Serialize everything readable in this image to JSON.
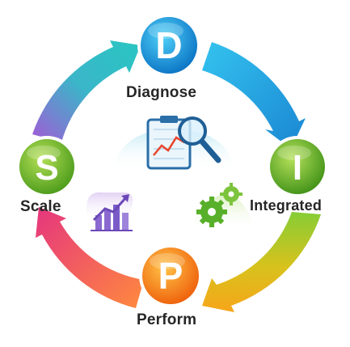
{
  "diagram": {
    "stages": [
      {
        "letter": "D",
        "label": "Diagnose",
        "color_light": "#3cc6f3",
        "color_dark": "#0a78c8"
      },
      {
        "letter": "I",
        "label": "Integrated",
        "color_light": "#a6d94a",
        "color_dark": "#4e9c1c"
      },
      {
        "letter": "P",
        "label": "Perform",
        "color_light": "#ffb43a",
        "color_dark": "#f06a0c"
      },
      {
        "letter": "S",
        "label": "Scale",
        "color_light": "#a3d64a",
        "color_dark": "#52a01f"
      }
    ],
    "arrow_colors": {
      "top_right": [
        "#27b7e9",
        "#1d8fd6"
      ],
      "right": [
        "#8fd03a",
        "#f3b21a"
      ],
      "bottom_left": [
        "#ff8d4d",
        "#e23c86"
      ],
      "left": [
        "#9c5bd3",
        "#2ec7c1"
      ]
    },
    "icons": [
      "chart-magnifier-icon",
      "gears-icon",
      "growth-chart-icon"
    ]
  }
}
